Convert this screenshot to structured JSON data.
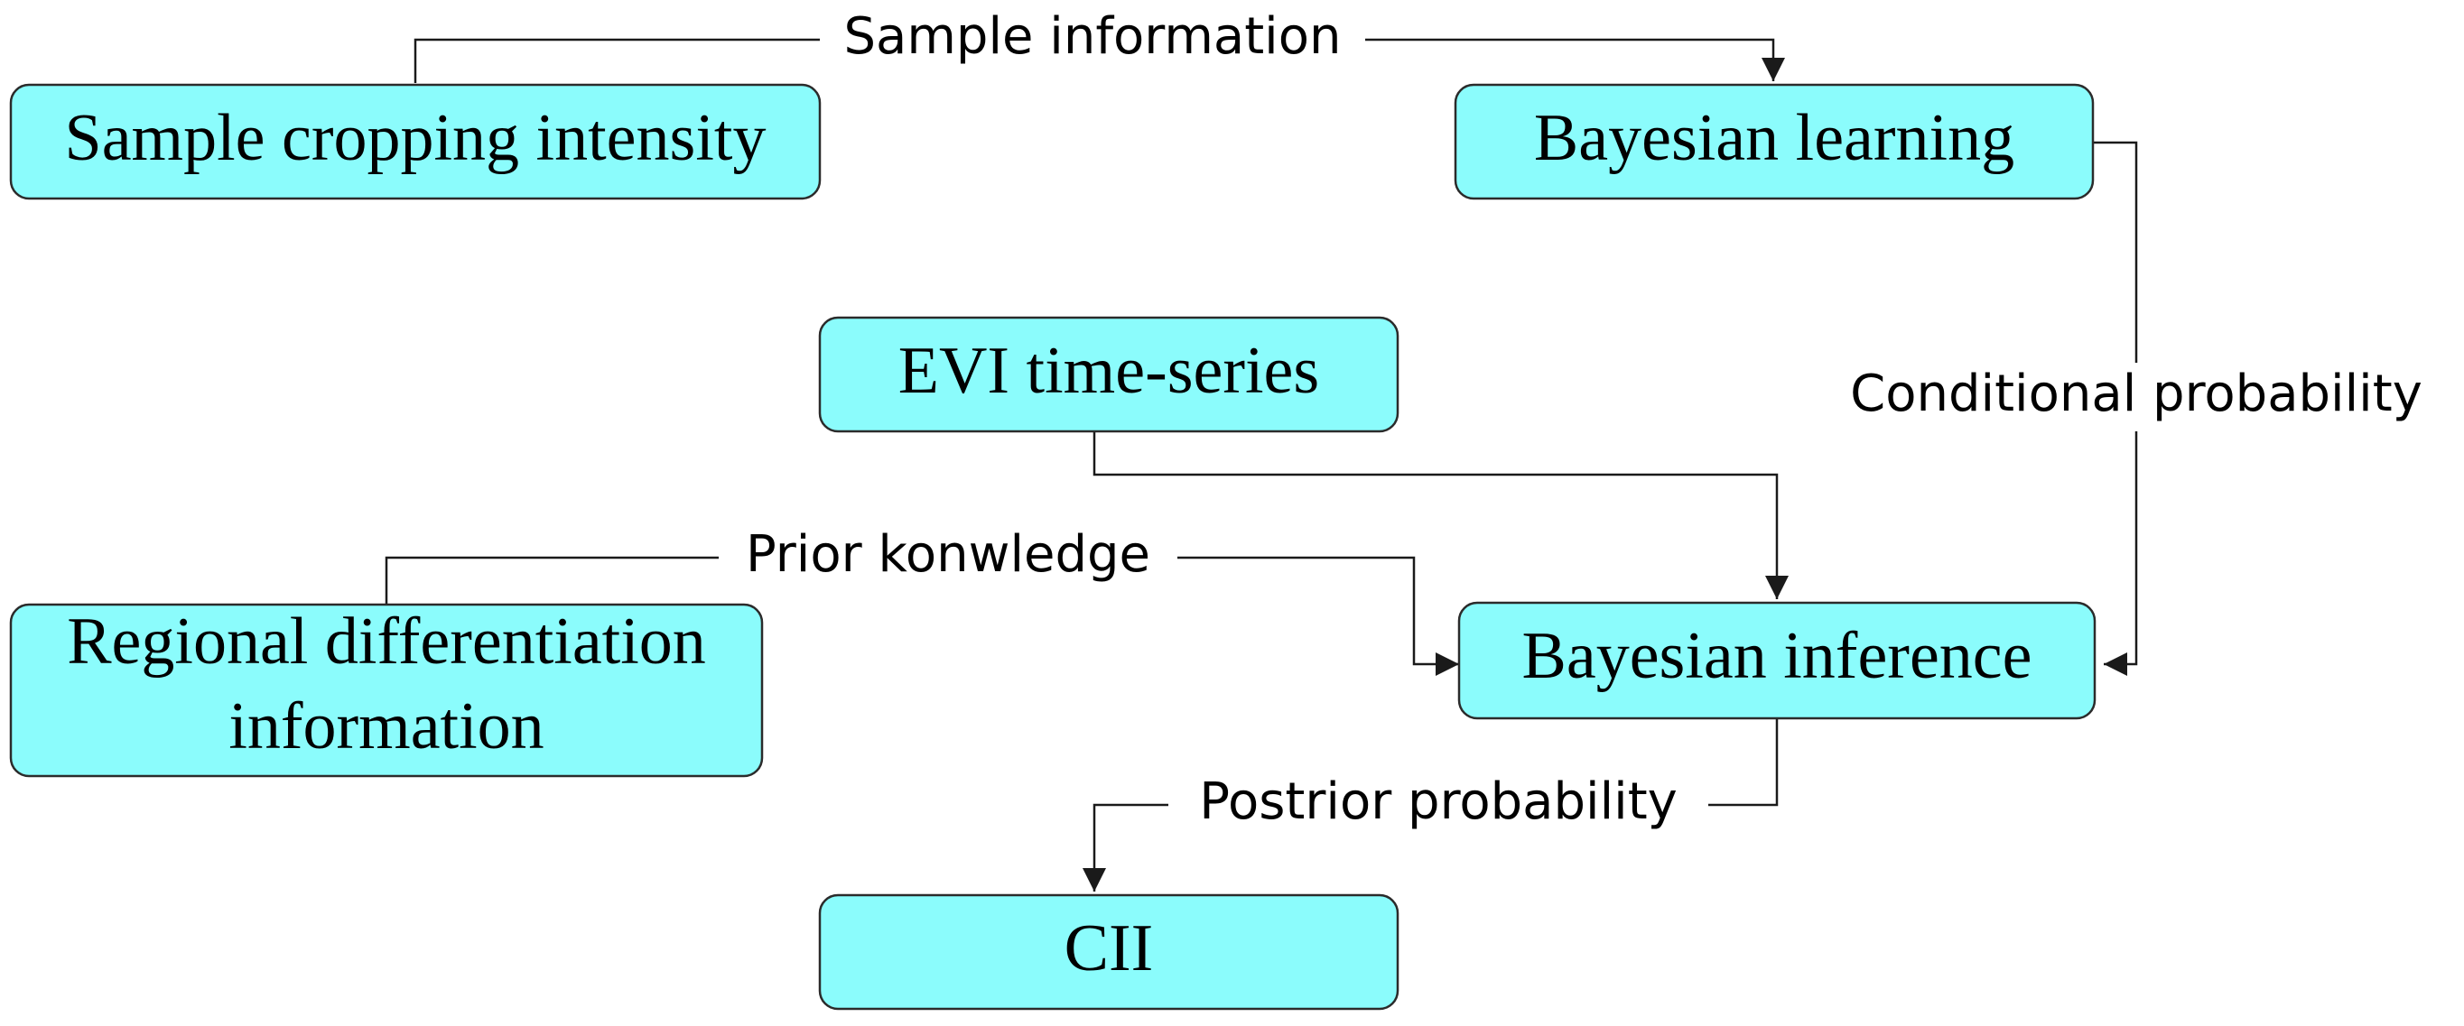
{
  "nodes": {
    "sample_cropping_intensity": "Sample cropping intensity",
    "bayesian_learning": "Bayesian learning",
    "evi_time_series": "EVI time-series",
    "regional_differentiation_line1": "Regional differentiation",
    "regional_differentiation_line2": "information",
    "bayesian_inference": "Bayesian inference",
    "cii": "CII"
  },
  "edges": {
    "sample_information": "Sample information",
    "conditional_probability": "Conditional probability",
    "prior_knowledge": "Prior konwledge",
    "posterior_probability": "Postrior probability"
  },
  "colors": {
    "node_fill": "#8bfcfc",
    "node_stroke": "#2b2b2b",
    "edge_stroke": "#1a1a1a"
  }
}
